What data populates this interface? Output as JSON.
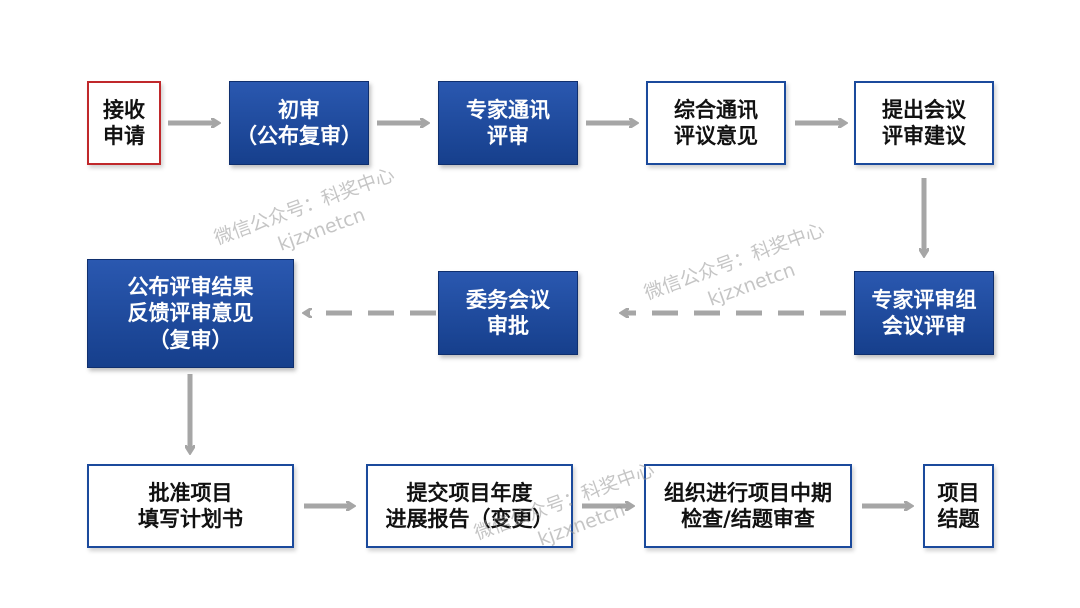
{
  "nodes": {
    "apply": "接收\n申请",
    "first_review": "初审\n（公布复审）",
    "expert_comm_review": "专家通讯\n评审",
    "comprehensive_opinion": "综合通讯\n评议意见",
    "propose_meeting": "提出会议\n评审建议",
    "expert_group_meeting": "专家评审组\n会议评审",
    "committee_approval": "委务会议\n审批",
    "publish_results": "公布评审结果\n反馈评审意见\n（复审）",
    "approve_project": "批准项目\n填写计划书",
    "annual_progress": "提交项目年度\n进展报告（变更）",
    "midterm_check": "组织进行项目中期\n检查/结题审查",
    "project_closure": "项目\n结题"
  },
  "watermarks": {
    "line1": "微信公众号：科奖中心",
    "line2": "kjzxnetcn"
  },
  "colors": {
    "filled": "#1e4ea0",
    "outline": "#1b4a9c",
    "start_border": "#c0282b",
    "arrow": "#a6a6a6"
  }
}
